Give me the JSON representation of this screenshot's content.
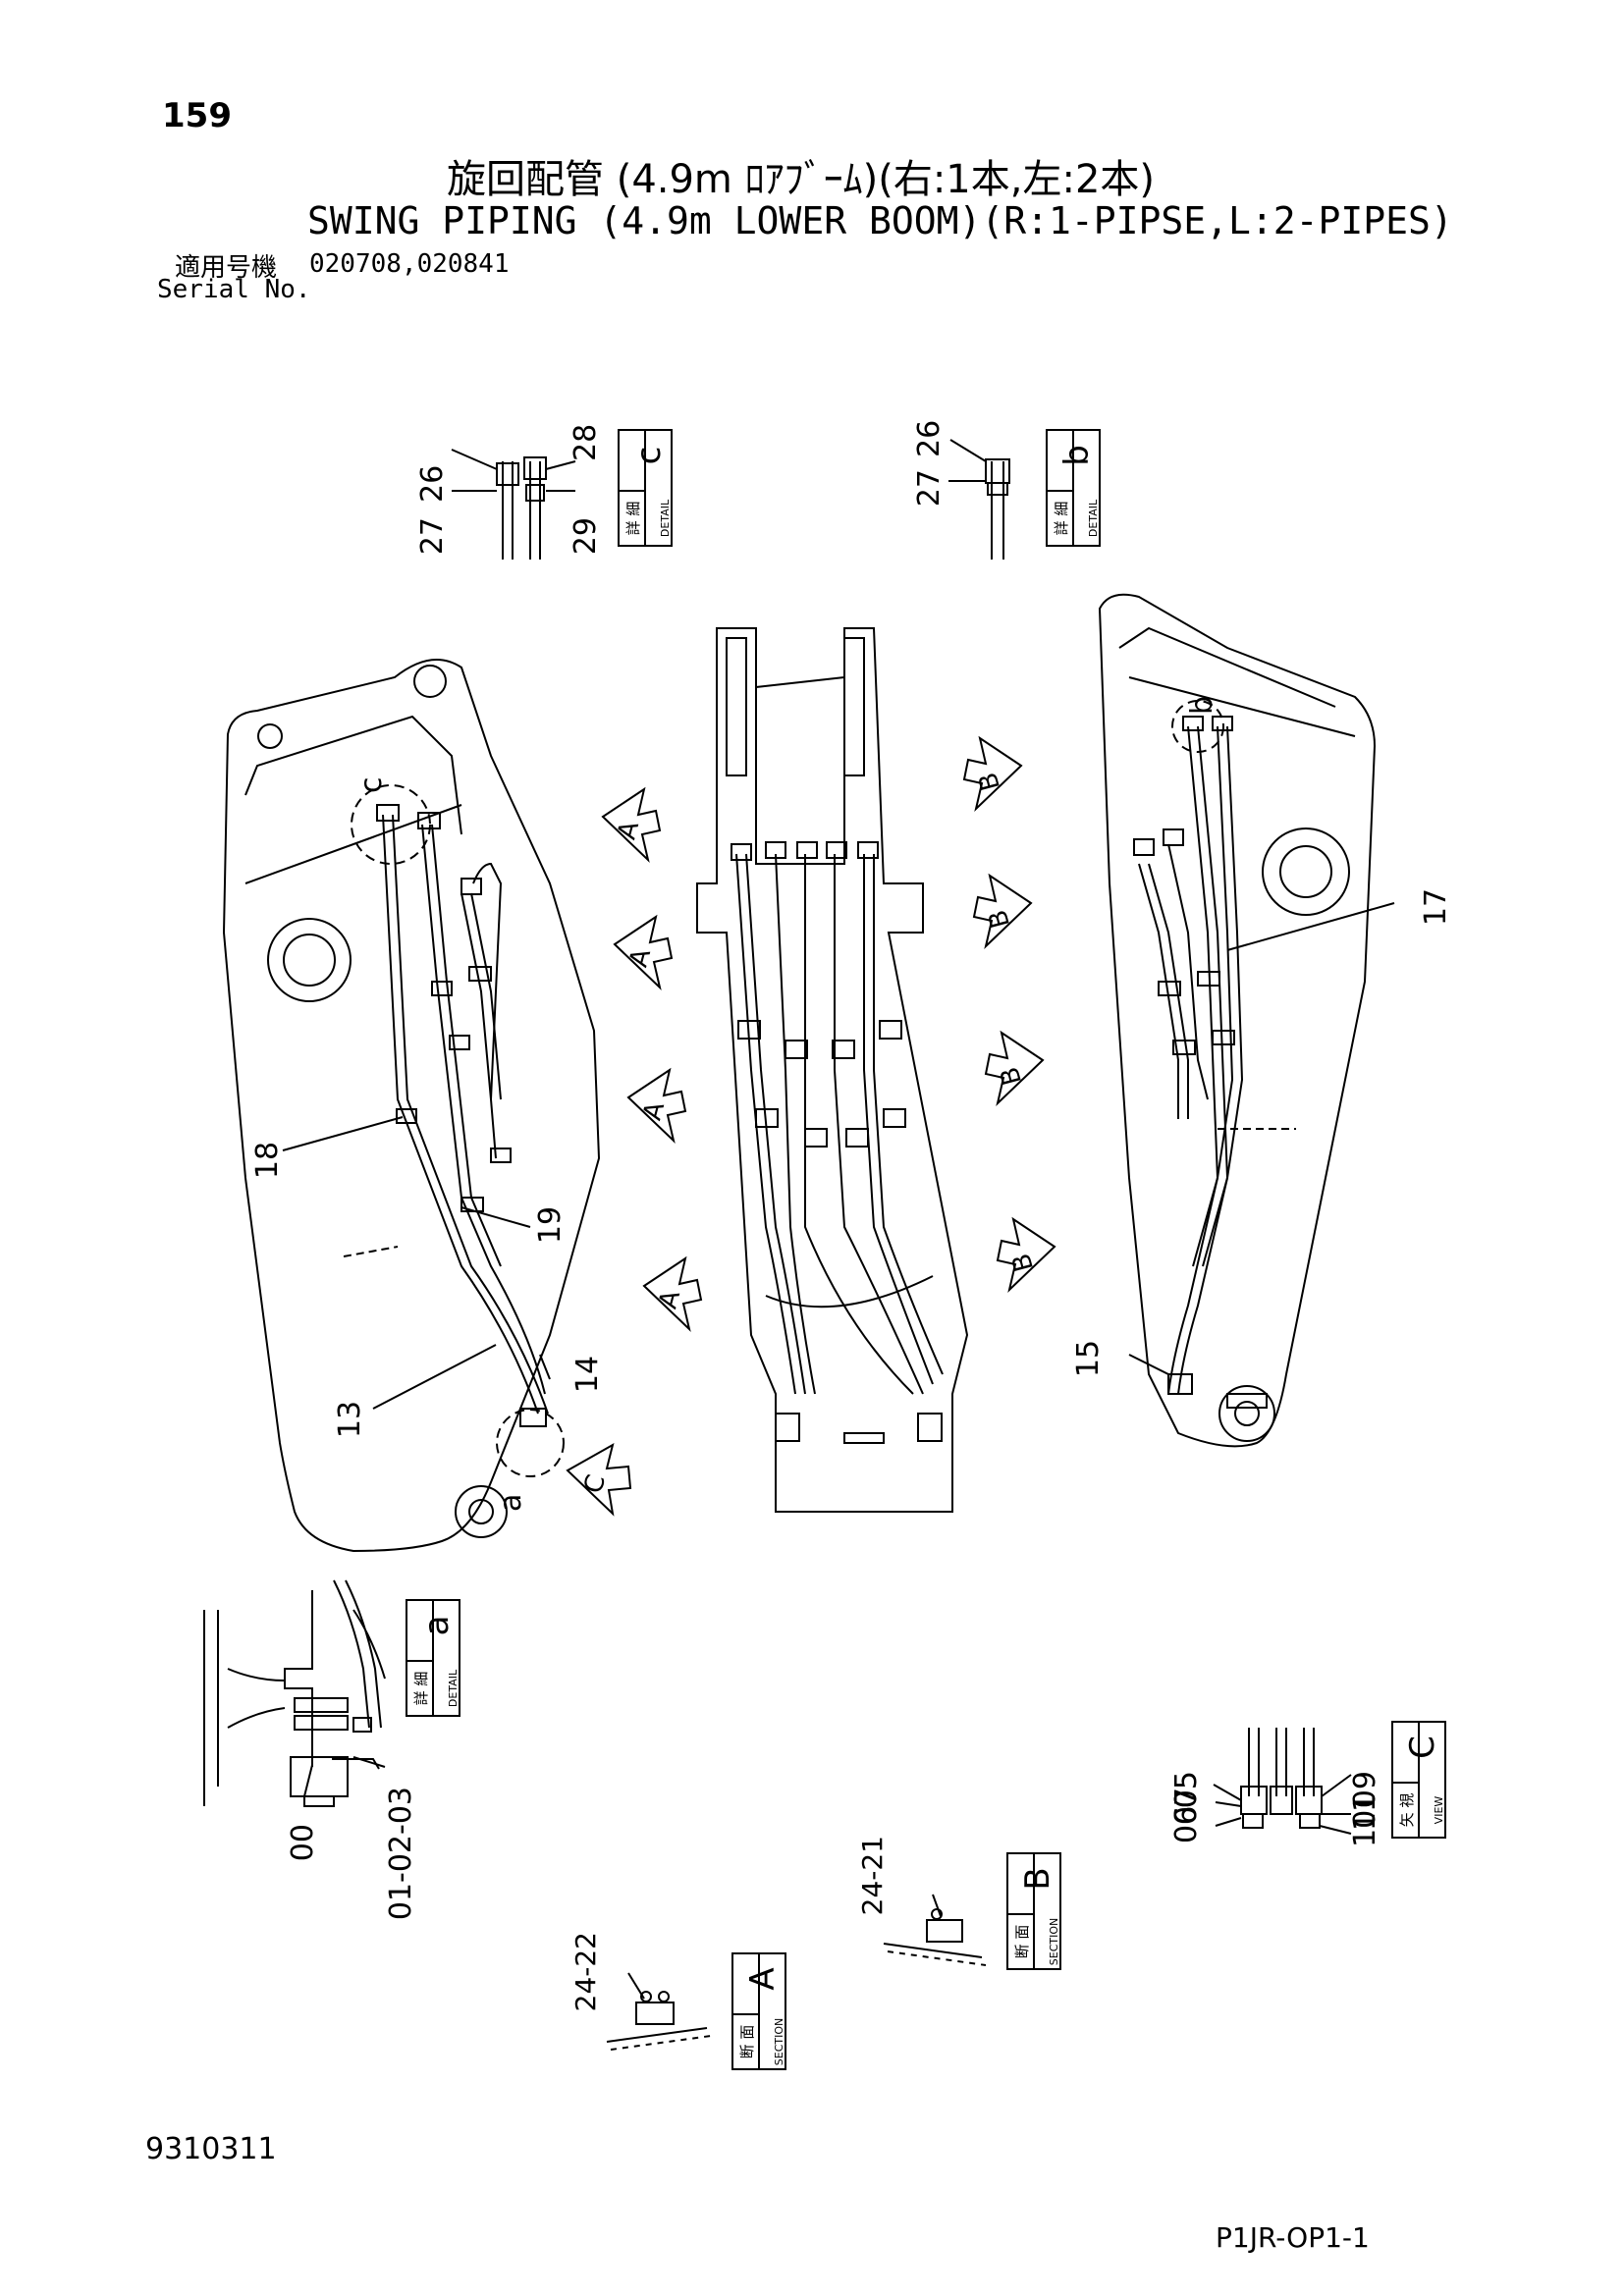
{
  "header": {
    "page_number": "159",
    "title_ja": "旋回配管 (4.9m ﾛｱﾌﾞｰﾑ)(右:1本,左:2本)",
    "title_en": "SWING PIPING (4.9m LOWER BOOM)(R:1-PIPSE,L:2-PIPES)",
    "serial_label_ja": "適用号機",
    "serial_label_en": "Serial No.",
    "serial_numbers": "020708,020841"
  },
  "footer": {
    "doc_number": "9310311",
    "page_code": "P1JR-OP1-1"
  },
  "boxes": {
    "detail_c": {
      "letter": "c",
      "ja": "詳 細",
      "en": "DETAIL"
    },
    "detail_b": {
      "letter": "b",
      "ja": "詳 細",
      "en": "DETAIL"
    },
    "detail_a": {
      "letter": "a",
      "ja": "詳 細",
      "en": "DETAIL"
    },
    "view_c": {
      "letter": "C",
      "ja": "矢 視",
      "en": "VIEW"
    },
    "section_b": {
      "letter": "B",
      "ja": "断 面",
      "en": "SECTION"
    },
    "section_a": {
      "letter": "A",
      "ja": "断 面",
      "en": "SECTION"
    }
  },
  "part_labels": {
    "p26_c": "26",
    "p27_c": "27",
    "p28": "28",
    "p29": "29",
    "p26_b": "26",
    "p27_b": "27",
    "p17": "17",
    "p18": "18",
    "p19": "19",
    "p13": "13",
    "p14": "14",
    "p15": "15",
    "p00": "00",
    "p01_02_03": "01-02-03",
    "p05": "05",
    "p07": "07",
    "p06": "06",
    "p09": "09",
    "p11": "11",
    "p10": "10",
    "p24_21": "24-21",
    "p24_22": "24-22"
  },
  "callouts": {
    "a": "a",
    "b": "b",
    "c": "c",
    "arrow_A": "A",
    "arrow_B": "B",
    "arrow_C": "C"
  }
}
